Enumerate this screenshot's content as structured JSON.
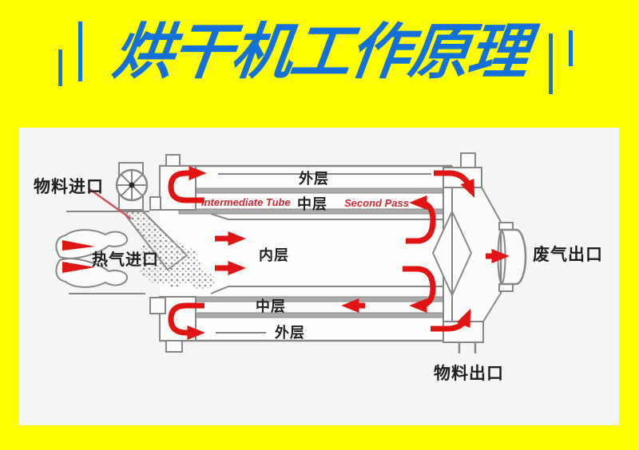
{
  "page": {
    "background_yellow": "#ffff00"
  },
  "title": {
    "text": "烘干机工作原理",
    "color": "#1371d9"
  },
  "diagram": {
    "panel_color": "#f5f5f3",
    "labels": {
      "material_inlet": "物料进口",
      "hot_air_inlet": "热气进口",
      "outer_layer_top": "外层",
      "intermediate_tube": "Intermediate Tube",
      "middle_layer_top": "中层",
      "second_pass": "Second Pass",
      "inner_layer": "内层",
      "middle_layer_bottom": "中层",
      "outer_layer_bottom": "外层",
      "exhaust_outlet": "废气出口",
      "material_outlet": "物料出口"
    },
    "colors": {
      "flow_arrow_red": "#e11414",
      "annotation_red": "#cc2936",
      "outline_gray": "#878787",
      "band_gray": "#ababab",
      "label_black": "#1f1f1f"
    }
  }
}
